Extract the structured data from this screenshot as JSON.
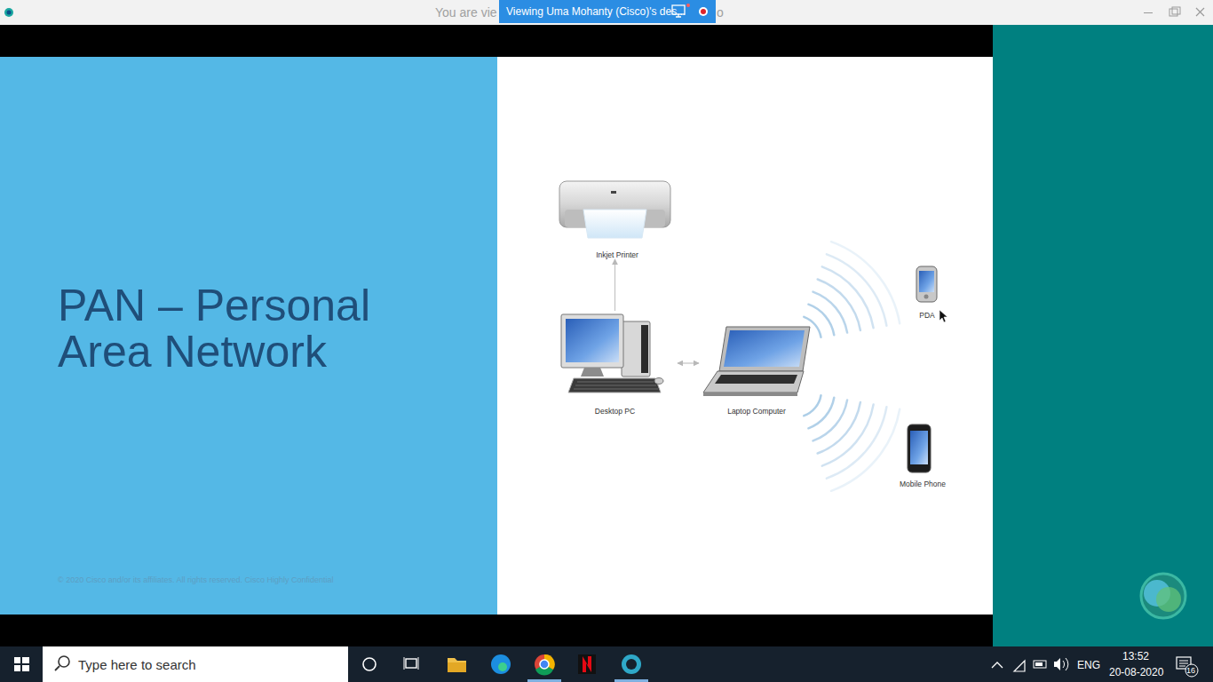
{
  "diagram": {
    "title": "PAN – Personal Area Network",
    "nodes": [
      {
        "text": [
          "Inkjet Printer"
        ]
      },
      {
        "text": [
          "PDA"
        ]
      },
      {
        "text": [
          "Desktop PC"
        ]
      },
      {
        "text": [
          "Laptop Computer"
        ]
      },
      {
        "text": [
          "Mobile Phone"
        ]
      }
    ],
    "edges": [
      {
        "from": 2,
        "to": 0,
        "arrow": "to"
      },
      {
        "from": 2,
        "to": 3,
        "arrow": "both"
      }
    ],
    "labels": [
      "You are vie",
      "o",
      "Viewing Uma Mohanty (Cisco)'s des...",
      "© 2020  Cisco and/or its affiliates. All rights reserved.   Cisco Highly Confidential",
      "Type here to search",
      "ENG",
      "13:52",
      "20-08-2020",
      "16"
    ]
  }
}
